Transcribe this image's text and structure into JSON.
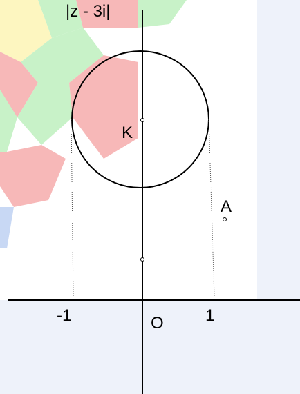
{
  "diagram": {
    "title": "|z - 3i|",
    "origin_label": "O",
    "center_label": "K",
    "point_label": "A",
    "tick_labels": {
      "minus_one": "-1",
      "one": "1"
    }
  },
  "colors": {
    "background": "#eef2fa",
    "panel": "#ffffff",
    "red": "#f7b8b8",
    "green": "#c8f2c8",
    "yellow": "#fdf6c0",
    "blue": "#c8d8f4",
    "ink": "#000000"
  }
}
